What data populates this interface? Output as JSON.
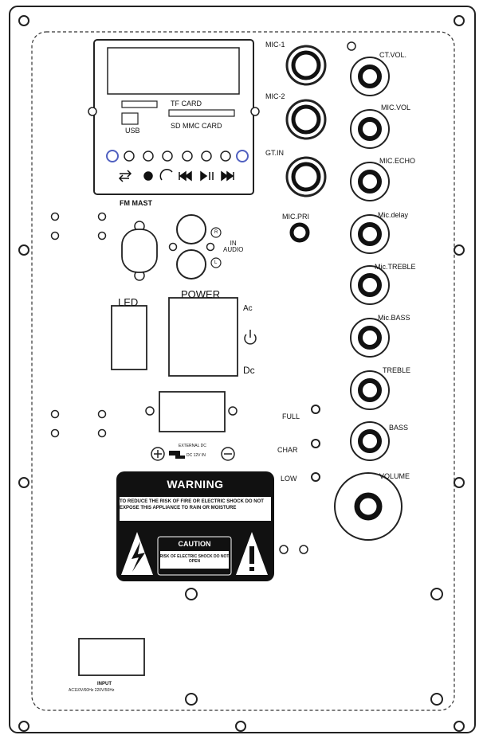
{
  "module": {
    "usb_label": "USB",
    "tf_card_label": "TF CARD",
    "sd_mmc_label": "SD MMC CARD",
    "fm_mast_label": "FM MAST"
  },
  "audio_in": {
    "r_label": "R",
    "l_label": "L",
    "in_audio_label": "IN\nAUDIO"
  },
  "inputs_left": {
    "mic1_label": "MIC-1",
    "mic2_label": "MIC-2",
    "gt_in_label": "GT.IN",
    "mic_pri_label": "MIC.PRI"
  },
  "controls_right": [
    {
      "label": "CT.VOL."
    },
    {
      "label": "MIC.VOL"
    },
    {
      "label": "MIC.ECHO"
    },
    {
      "label": "Mic.delay"
    },
    {
      "label": "Mic.TREBLE"
    },
    {
      "label": "Mic.BASS"
    },
    {
      "label": "TREBLE"
    },
    {
      "label": "BASS"
    },
    {
      "label": "VOLUME"
    }
  ],
  "power": {
    "led_label": "LED",
    "power_label": "POWER",
    "ac_label": "Ac",
    "dc_label": "Dc"
  },
  "battery": {
    "full_label": "FULL",
    "char_label": "CHAR",
    "low_label": "LOW"
  },
  "external_dc": {
    "line1": "EXTERNAL DC",
    "line2": "DC 12V IN"
  },
  "warning": {
    "title": "WARNING",
    "text": "TO REDUCE THE RISK OF FIRE OR ELECTRIC SHOCK DO NOT EXPOSE THIS APPLIANCE TO RAIN OR MOISTURE",
    "caution_title": "CAUTION",
    "caution_text": "RISK OF ELECTRIC SHOCK DO NOT OPEN"
  },
  "input": {
    "title": "INPUT",
    "subtitle": "AC110V/60Hz 220V/50Hz"
  }
}
